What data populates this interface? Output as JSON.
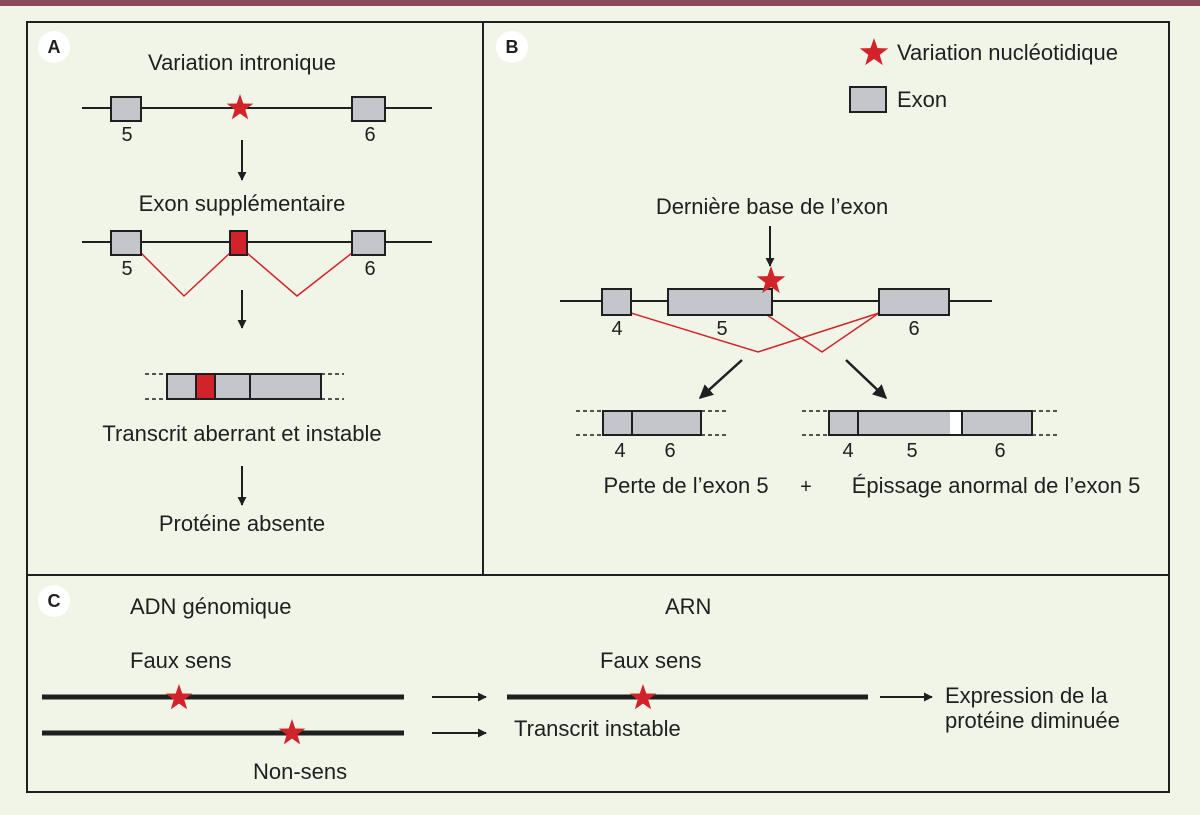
{
  "colors": {
    "background": "#f1f5e8",
    "top_bar": "#8a4a5a",
    "exon_fill": "#c5c6cb",
    "mutation_red": "#d2232a",
    "splice_line": "#d2232a",
    "line": "#1f1f1f"
  },
  "legend": {
    "star_label": "Variation nucléotidique",
    "exon_label": "Exon"
  },
  "panel_a": {
    "badge": "A",
    "title": "Variation intronique",
    "exon_5": "5",
    "exon_6": "6",
    "step_2_title": "Exon supplémentaire",
    "step_2_exon_5": "5",
    "step_2_exon_6": "6",
    "transcript_label": "Transcrit aberrant et instable",
    "result_label": "Protéine absente"
  },
  "panel_b": {
    "badge": "B",
    "pointer_label": "Dernière base de l’exon",
    "exon_4": "4",
    "exon_5": "5",
    "exon_6": "6",
    "left_product": {
      "exon_a": "4",
      "exon_b": "6",
      "label": "Perte de l’exon 5"
    },
    "plus": "+",
    "right_product": {
      "exon_a": "4",
      "exon_b": "5",
      "exon_c": "6",
      "label": "Épissage anormal de l’exon 5"
    }
  },
  "panel_c": {
    "badge": "C",
    "dna_heading": "ADN génomique",
    "rna_heading": "ARN",
    "missense_dna": "Faux sens",
    "missense_rna": "Faux sens",
    "nonsense_dna": "Non-sens",
    "unstable_transcript": "Transcrit instable",
    "outcome_line_1": "Expression de la",
    "outcome_line_2": "protéine diminuée"
  }
}
